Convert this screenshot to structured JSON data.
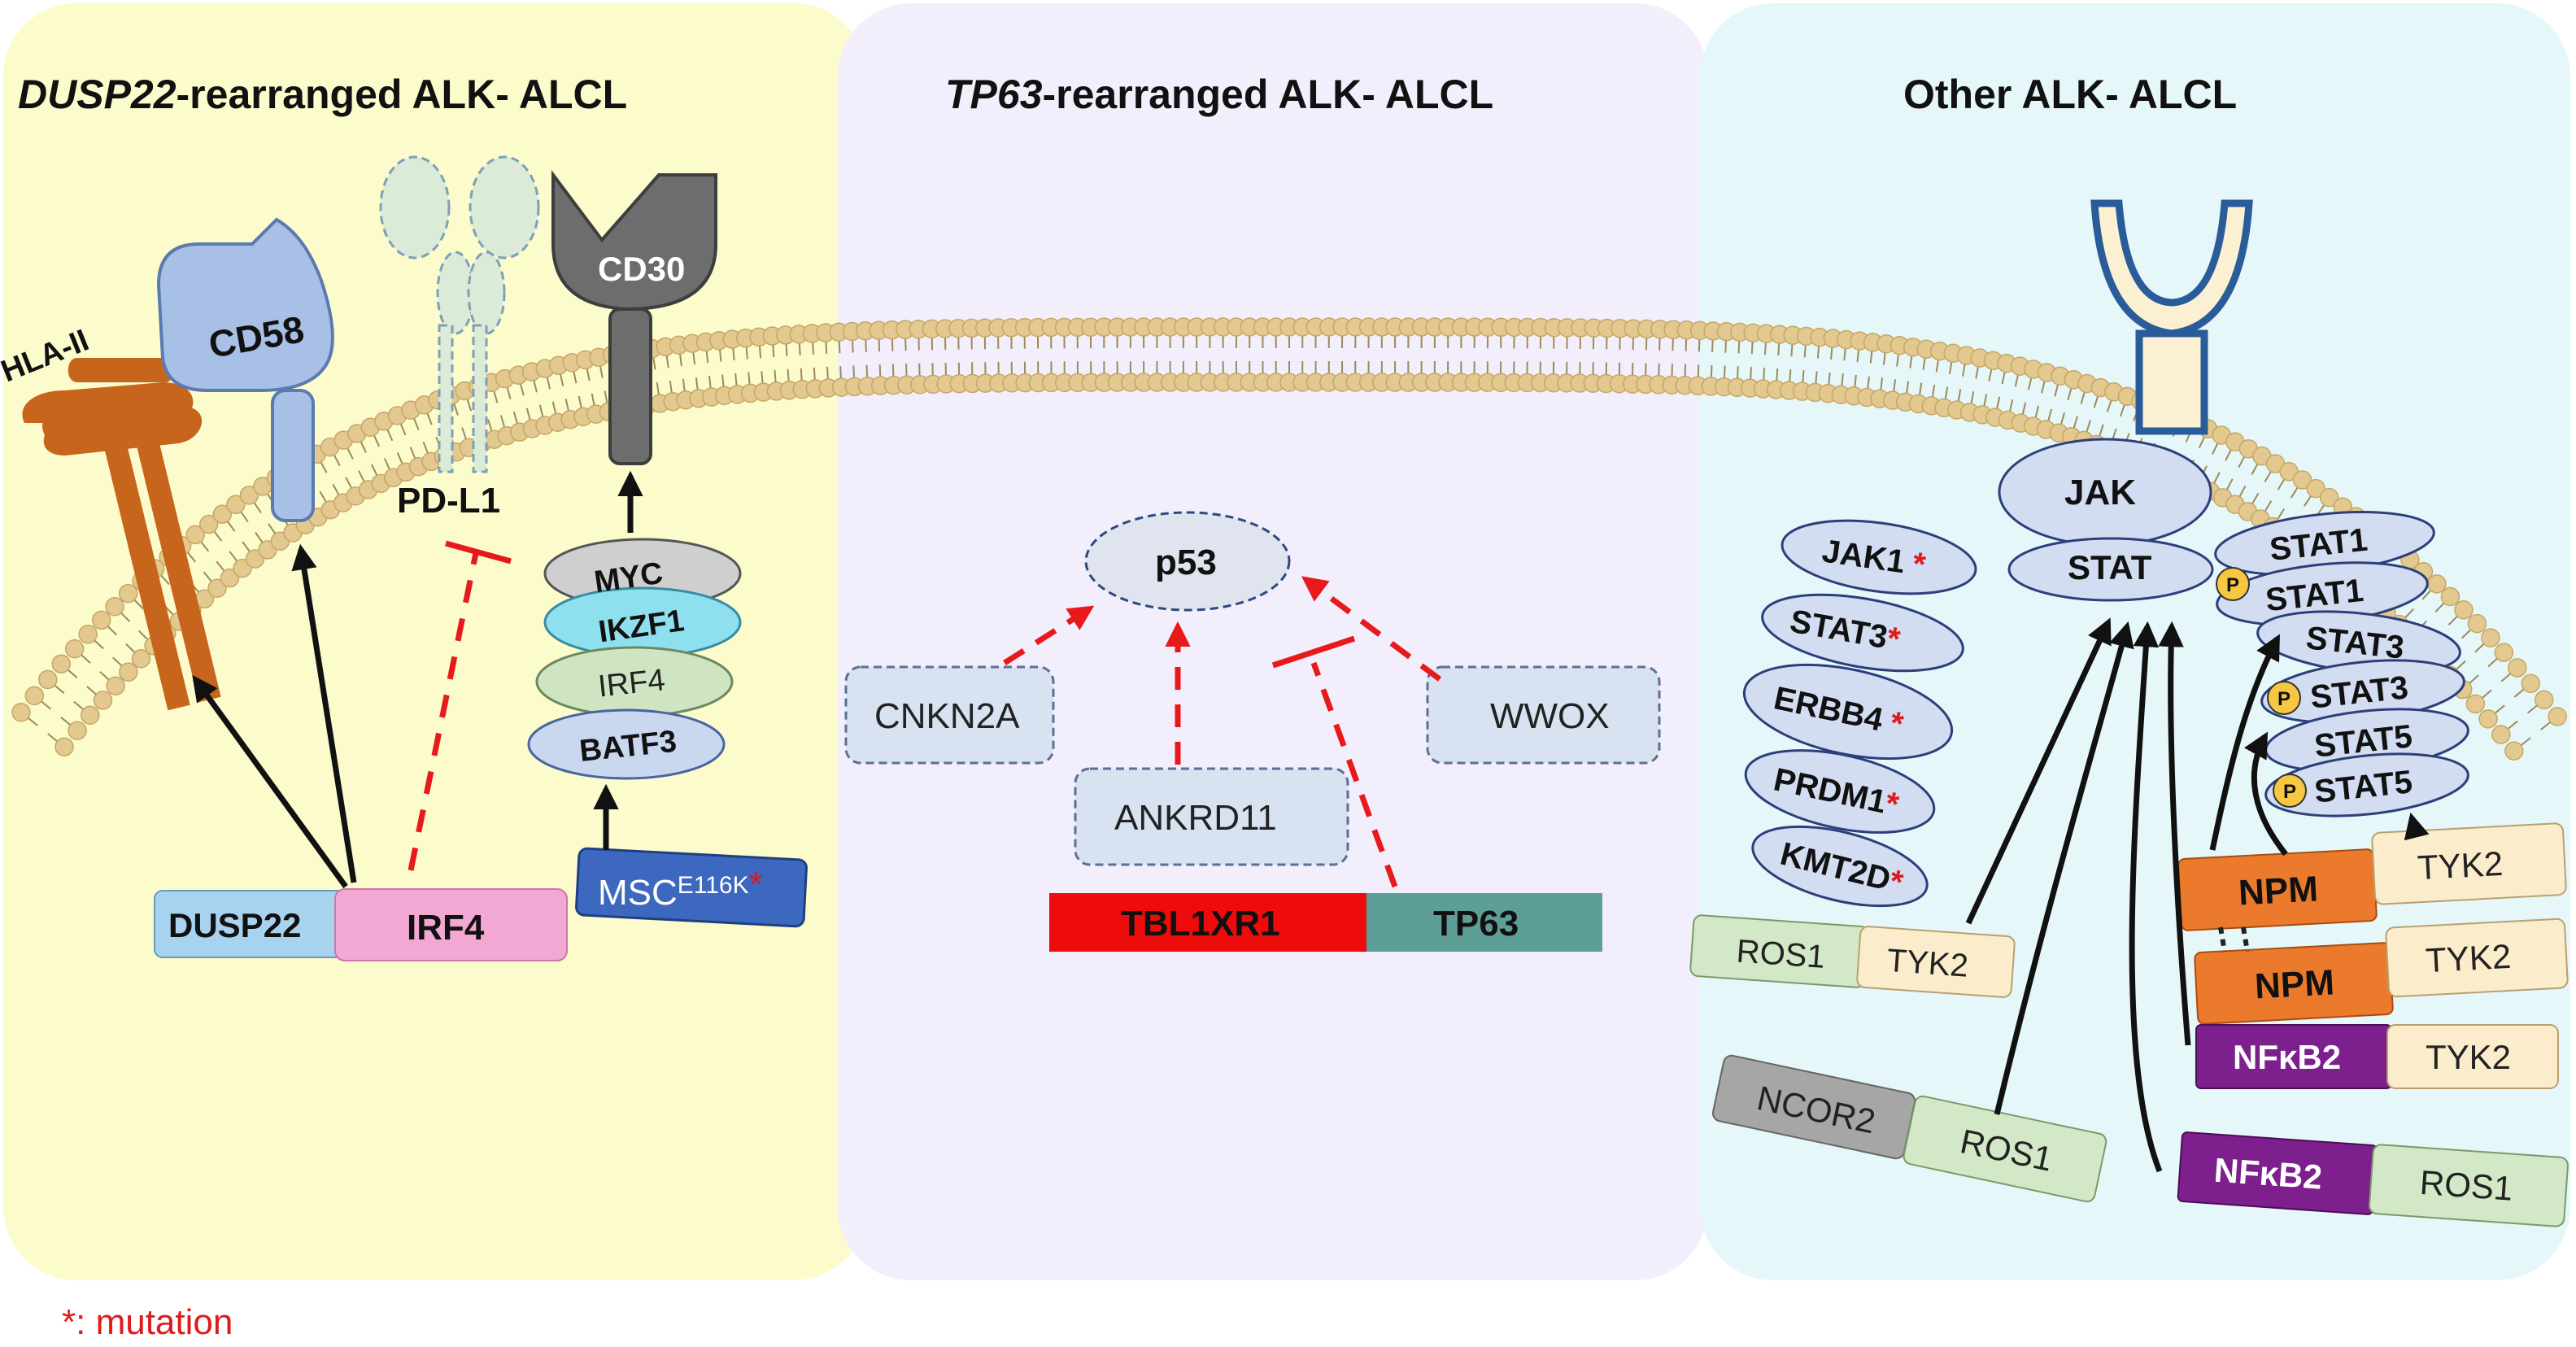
{
  "panels": {
    "left": {
      "title_italic": "DUSP22",
      "title_rest": "-rearranged ALK- ALCL",
      "color": "#fbfbcc"
    },
    "middle": {
      "title_italic": "TP63",
      "title_rest": "-rearranged ALK- ALCL",
      "color": "#f3eefb"
    },
    "right": {
      "title": "Other ALK- ALCL",
      "color": "#e6f7fa"
    }
  },
  "colors": {
    "membrane_head": "#e3c98f",
    "inhibition": "#e8191b",
    "activation": "#111111"
  },
  "left": {
    "hla": "HLA-II",
    "cd58": "CD58",
    "pdl1": "PD-L1",
    "cd30": "CD30",
    "stack": [
      "MYC",
      "IKZF1",
      "IRF4",
      "BATF3"
    ],
    "dusp22": "DUSP22",
    "irf4_fusion": "IRF4",
    "msc_base": "MSC",
    "msc_sup": "E116K",
    "asterisk": "*"
  },
  "middle": {
    "p53": "p53",
    "cnkn2a": "CNKN2A",
    "ankrd11": "ANKRD11",
    "wwox": "WWOX",
    "tbl1xr1": "TBL1XR1",
    "tp63": "TP63"
  },
  "right": {
    "jak": "JAK",
    "stat": "STAT",
    "mutated": [
      "JAK1",
      "STAT3",
      "ERBB4",
      "PRDM1",
      "KMT2D"
    ],
    "asterisk": "*",
    "stat_pairs": [
      "STAT1",
      "STAT1",
      "STAT3",
      "STAT3",
      "STAT5",
      "STAT5"
    ],
    "p": "P",
    "ros1_a": "ROS1",
    "tyk2_a": "TYK2",
    "ncor2": "NCOR2",
    "ros1_b": "ROS1",
    "npm_1": "NPM",
    "tyk2_1": "TYK2",
    "npm_2": "NPM",
    "tyk2_2": "TYK2",
    "nfkb2_1": "NFκB2",
    "tyk2_3": "TYK2",
    "nfkb2_2": "NFκB2",
    "ros1_c": "ROS1"
  },
  "legend": {
    "asterisk": "*",
    "text": ": mutation"
  }
}
